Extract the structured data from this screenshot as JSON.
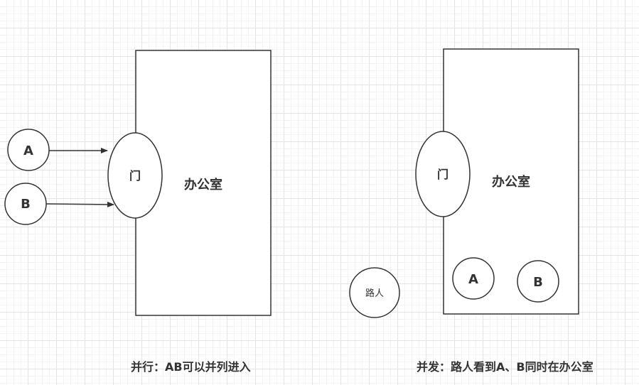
{
  "left": {
    "door_label": "门",
    "room_label": "办公室",
    "node_a": "A",
    "node_b": "B",
    "caption": "并行：AB可以并列进入"
  },
  "right": {
    "door_label": "门",
    "room_label": "办公室",
    "node_a": "A",
    "node_b": "B",
    "passerby": "路人",
    "caption": "并发：路人看到A、B同时在办公室"
  },
  "colors": {
    "stroke": "#333333",
    "grid": "#e4e4e4"
  }
}
